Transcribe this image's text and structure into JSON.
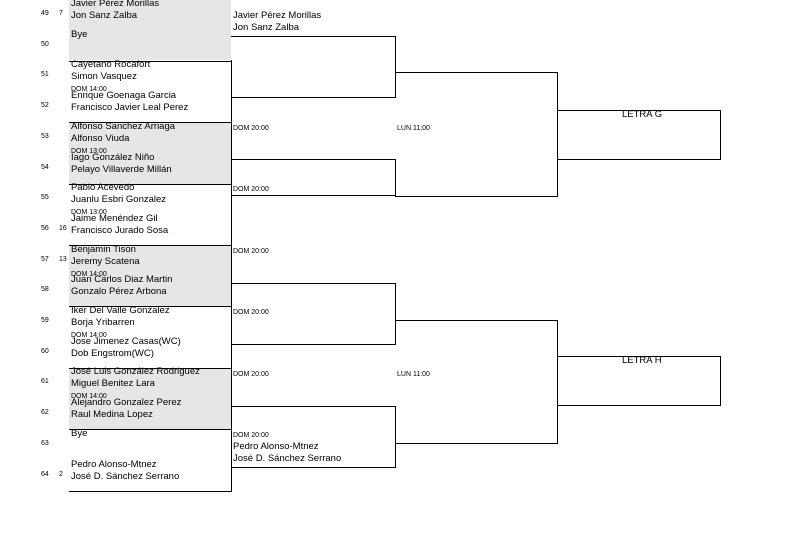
{
  "pairs": [
    {
      "num": "49",
      "seed": "7",
      "p1": "Javier Pérez Morillas",
      "p2": "Jon Sanz Zalba",
      "time": ""
    },
    {
      "num": "50",
      "seed": "",
      "p1": "Bye",
      "p2": "",
      "time": ""
    },
    {
      "num": "51",
      "seed": "",
      "p1": "Cayetano Rocafort",
      "p2": "Simon Vasquez",
      "time": "DOM 14:00"
    },
    {
      "num": "52",
      "seed": "",
      "p1": "Enrique  Goenaga Garcia",
      "p2": "Francisco Javier Leal  Perez",
      "time": ""
    },
    {
      "num": "53",
      "seed": "",
      "p1": "Alfonso Sanchez Arriaga",
      "p2": "Alfonso Viuda",
      "time": "DOM 13:00"
    },
    {
      "num": "54",
      "seed": "",
      "p1": "Iago González Niño",
      "p2": "Pelayo Villaverde Millán",
      "time": ""
    },
    {
      "num": "55",
      "seed": "",
      "p1": "Pablo Acevedo",
      "p2": "Juanlu Esbri Gonzalez",
      "time": "DOM 13:00"
    },
    {
      "num": "56",
      "seed": "16",
      "p1": "Jaime Menéndez Gil",
      "p2": "Francisco Jurado Sosa",
      "time": ""
    },
    {
      "num": "57",
      "seed": "13",
      "p1": "Benjamin Tison",
      "p2": "Jeremy Scatena",
      "time": "DOM 14:00"
    },
    {
      "num": "58",
      "seed": "",
      "p1": "Juan Carlos  Diaz Martin",
      "p2": "Gonzalo Pérez Arbona",
      "time": ""
    },
    {
      "num": "59",
      "seed": "",
      "p1": "Iker Del Valle Gonzalez",
      "p2": "Borja Yribarren",
      "time": "DOM 14:00"
    },
    {
      "num": "60",
      "seed": "",
      "p1": "Jose  Jimenez Casas(WC)",
      "p2": "Dob Engstrom(WC)",
      "time": ""
    },
    {
      "num": "61",
      "seed": "",
      "p1": "José Luis González Rodriguez",
      "p2": "Miguel Benitez Lara",
      "time": "DOM 14:00"
    },
    {
      "num": "62",
      "seed": "",
      "p1": "Alejandro  Gonzalez Perez",
      "p2": "Raul Medina Lopez",
      "time": ""
    },
    {
      "num": "63",
      "seed": "",
      "p1": "Bye",
      "p2": "",
      "time": ""
    },
    {
      "num": "64",
      "seed": "2",
      "p1": "Pedro Alonso-Mtnez",
      "p2": "José D. Sánchez Serrano",
      "time": ""
    }
  ],
  "round2": [
    {
      "p1": "Javier Pérez Morillas",
      "p2": "Jon Sanz Zalba",
      "time": ""
    },
    {
      "p1": "",
      "p2": "",
      "time": "DOM 20:00"
    },
    {
      "p1": "",
      "p2": "",
      "time": "DOM 20:00"
    },
    {
      "p1": "",
      "p2": "",
      "time": "DOM 20:00"
    },
    {
      "p1": "",
      "p2": "",
      "time": "DOM 20:00"
    },
    {
      "p1": "",
      "p2": "",
      "time": "DOM 20:00"
    },
    {
      "p1": "",
      "p2": "",
      "time": "DOM 20:00"
    },
    {
      "p1": "Pedro Alonso-Mtnez",
      "p2": "José D. Sánchez Serrano",
      "time": ""
    }
  ],
  "round3_times": [
    "LUN 11:00",
    "LUN 11:00"
  ],
  "final_labels": [
    "LETRA G",
    "LETRA H"
  ]
}
